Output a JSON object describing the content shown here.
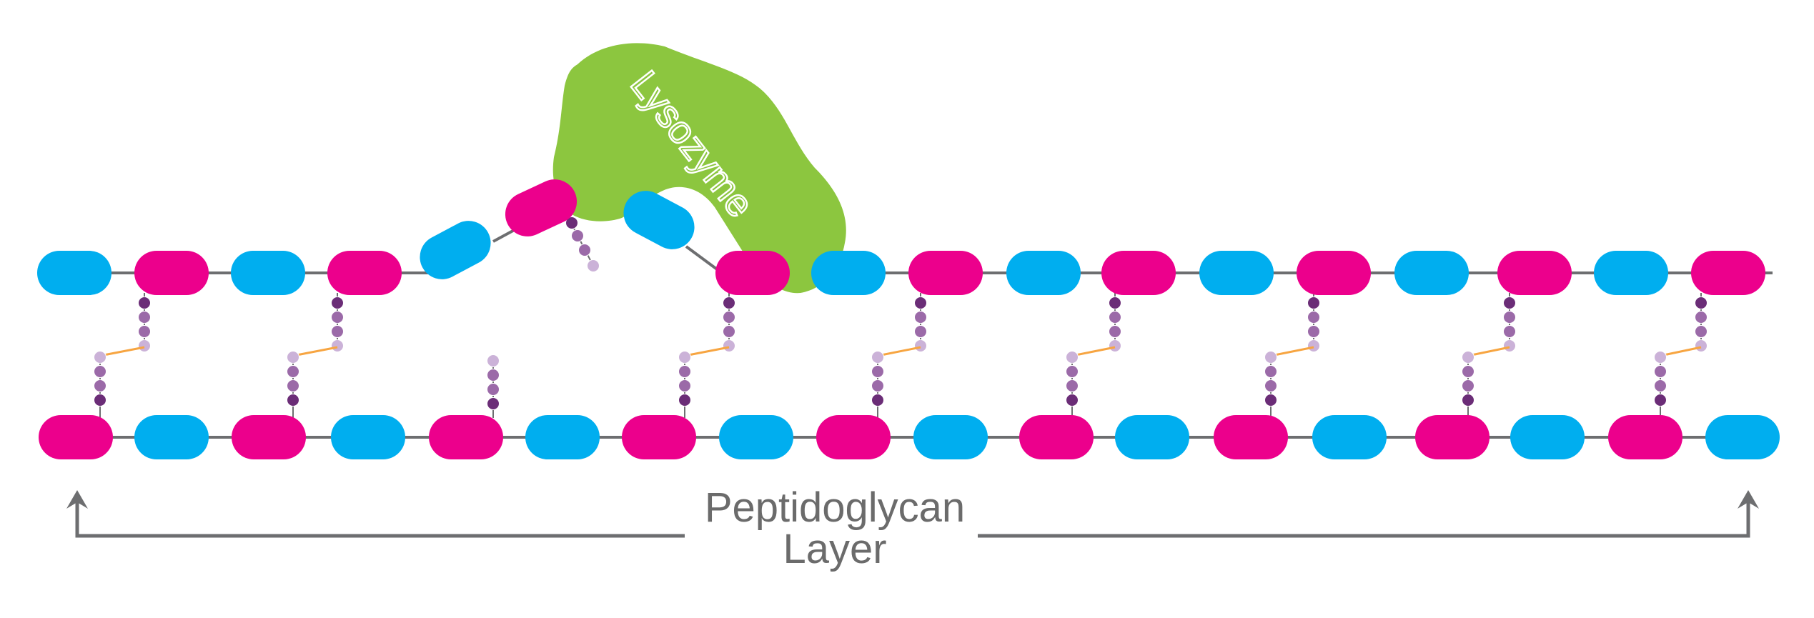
{
  "enzyme": {
    "label": "Lysozyme",
    "color": "#8cc63f"
  },
  "layer": {
    "label_line1": "Peptidoglycan",
    "label_line2": "Layer"
  },
  "colors": {
    "nam_sugar": "#ec008c",
    "nag_sugar": "#00aeef",
    "backbone": "#6d6e70",
    "peptide_dark": "#6b2d77",
    "peptide_mid": "#9b6aa8",
    "peptide_light": "#cbb2d8",
    "crosslink": "#f7a541",
    "arrow": "#6d6e70"
  },
  "icons": {
    "arrow_left": "arrow-up-icon",
    "arrow_right": "arrow-up-icon"
  }
}
